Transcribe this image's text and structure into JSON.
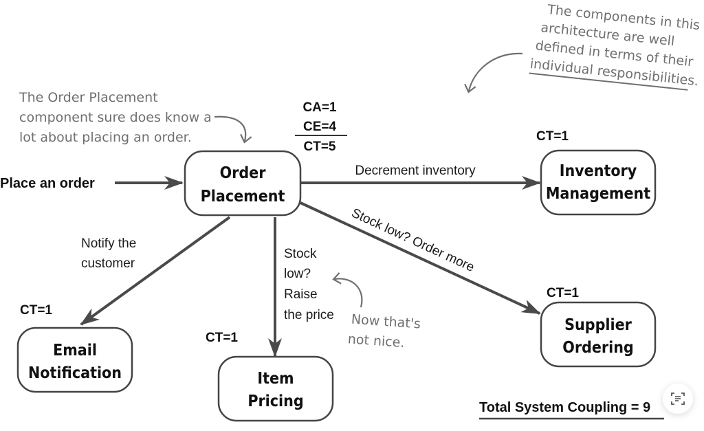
{
  "annotations": {
    "top_right": [
      "The components in this",
      "architecture are well",
      "defined in terms of their",
      "individual responsibilities."
    ],
    "top_left": [
      "The Order Placement",
      "component sure does know a",
      "lot about placing an order."
    ],
    "bottom_middle": [
      "Now that's",
      "not nice."
    ]
  },
  "metrics": {
    "order_placement": {
      "ca": "CA=1",
      "ce": "CE=4",
      "ct": "CT=5"
    },
    "inventory_management": "CT=1",
    "supplier_ordering": "CT=1",
    "email_notification": "CT=1",
    "item_pricing": "CT=1"
  },
  "nodes": {
    "order_placement": [
      "Order",
      "Placement"
    ],
    "inventory_management": [
      "Inventory",
      "Management"
    ],
    "supplier_ordering": [
      "Supplier",
      "Ordering"
    ],
    "email_notification": [
      "Email",
      "Notification"
    ],
    "item_pricing": [
      "Item",
      "Pricing"
    ]
  },
  "edges": {
    "place_order": "Place an order",
    "decrement_inventory": "Decrement inventory",
    "stock_low_order_more": "Stock low? Order more",
    "notify_customer": [
      "Notify the",
      "customer"
    ],
    "raise_price": [
      "Stock",
      "low?",
      "Raise",
      "the price"
    ]
  },
  "total": "Total System Coupling = 9",
  "colors": {
    "line": "#4a4a4a",
    "handwriting": "#6f6f6f",
    "text": "#111111"
  }
}
